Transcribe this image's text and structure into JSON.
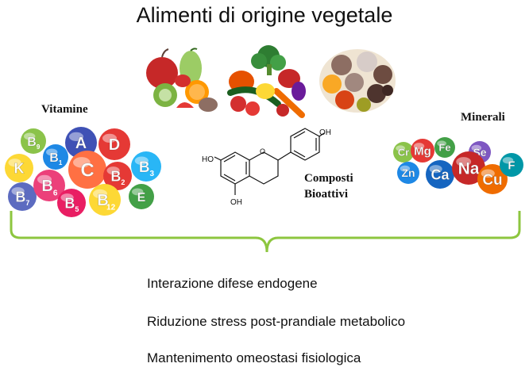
{
  "title": "Alimenti di origine vegetale",
  "food_images": [
    "fruit-icon",
    "vegetables-icon",
    "legumes-icon"
  ],
  "groups": {
    "vitamins": {
      "label": "Vitamine",
      "balls": [
        {
          "letter": "B",
          "sub": "9",
          "color": "#8bc34a"
        },
        {
          "letter": "A",
          "sub": "",
          "color": "#3f51b5"
        },
        {
          "letter": "D",
          "sub": "",
          "color": "#e53935"
        },
        {
          "letter": "K",
          "sub": "",
          "color": "#fdd835"
        },
        {
          "letter": "B",
          "sub": "1",
          "color": "#1e88e5"
        },
        {
          "letter": "C",
          "sub": "",
          "color": "#ff7043"
        },
        {
          "letter": "B",
          "sub": "2",
          "color": "#e53935"
        },
        {
          "letter": "B",
          "sub": "3",
          "color": "#29b6f6"
        },
        {
          "letter": "B",
          "sub": "7",
          "color": "#5c6bc0"
        },
        {
          "letter": "B",
          "sub": "6",
          "color": "#ec407a"
        },
        {
          "letter": "B",
          "sub": "5",
          "color": "#e91e63"
        },
        {
          "letter": "B",
          "sub": "12",
          "color": "#fdd835"
        },
        {
          "letter": "E",
          "sub": "",
          "color": "#43a047"
        }
      ]
    },
    "bioactive": {
      "label_line1": "Composti",
      "label_line2": "Bioattivi",
      "molecule_labels": [
        "OH",
        "HO",
        "OH"
      ]
    },
    "minerals": {
      "label": "Minerali",
      "balls": [
        {
          "symbol": "Cr",
          "color": "#8bc34a"
        },
        {
          "symbol": "Mg",
          "color": "#e53935"
        },
        {
          "symbol": "Fe",
          "color": "#43a047"
        },
        {
          "symbol": "Se",
          "color": "#7e57c2"
        },
        {
          "symbol": "Zn",
          "color": "#1e88e5"
        },
        {
          "symbol": "Ca",
          "color": "#1565c0"
        },
        {
          "symbol": "Na",
          "color": "#c62828"
        },
        {
          "symbol": "Cu",
          "color": "#ef6c00"
        },
        {
          "symbol": "F",
          "color": "#0097a7"
        }
      ]
    }
  },
  "effects": [
    "Interazione difese endogene",
    "Riduzione stress post-prandiale  metabolico",
    "Mantenimento omeostasi fisiologica"
  ],
  "colors": {
    "brace": "#8dc63f",
    "text": "#111111"
  }
}
